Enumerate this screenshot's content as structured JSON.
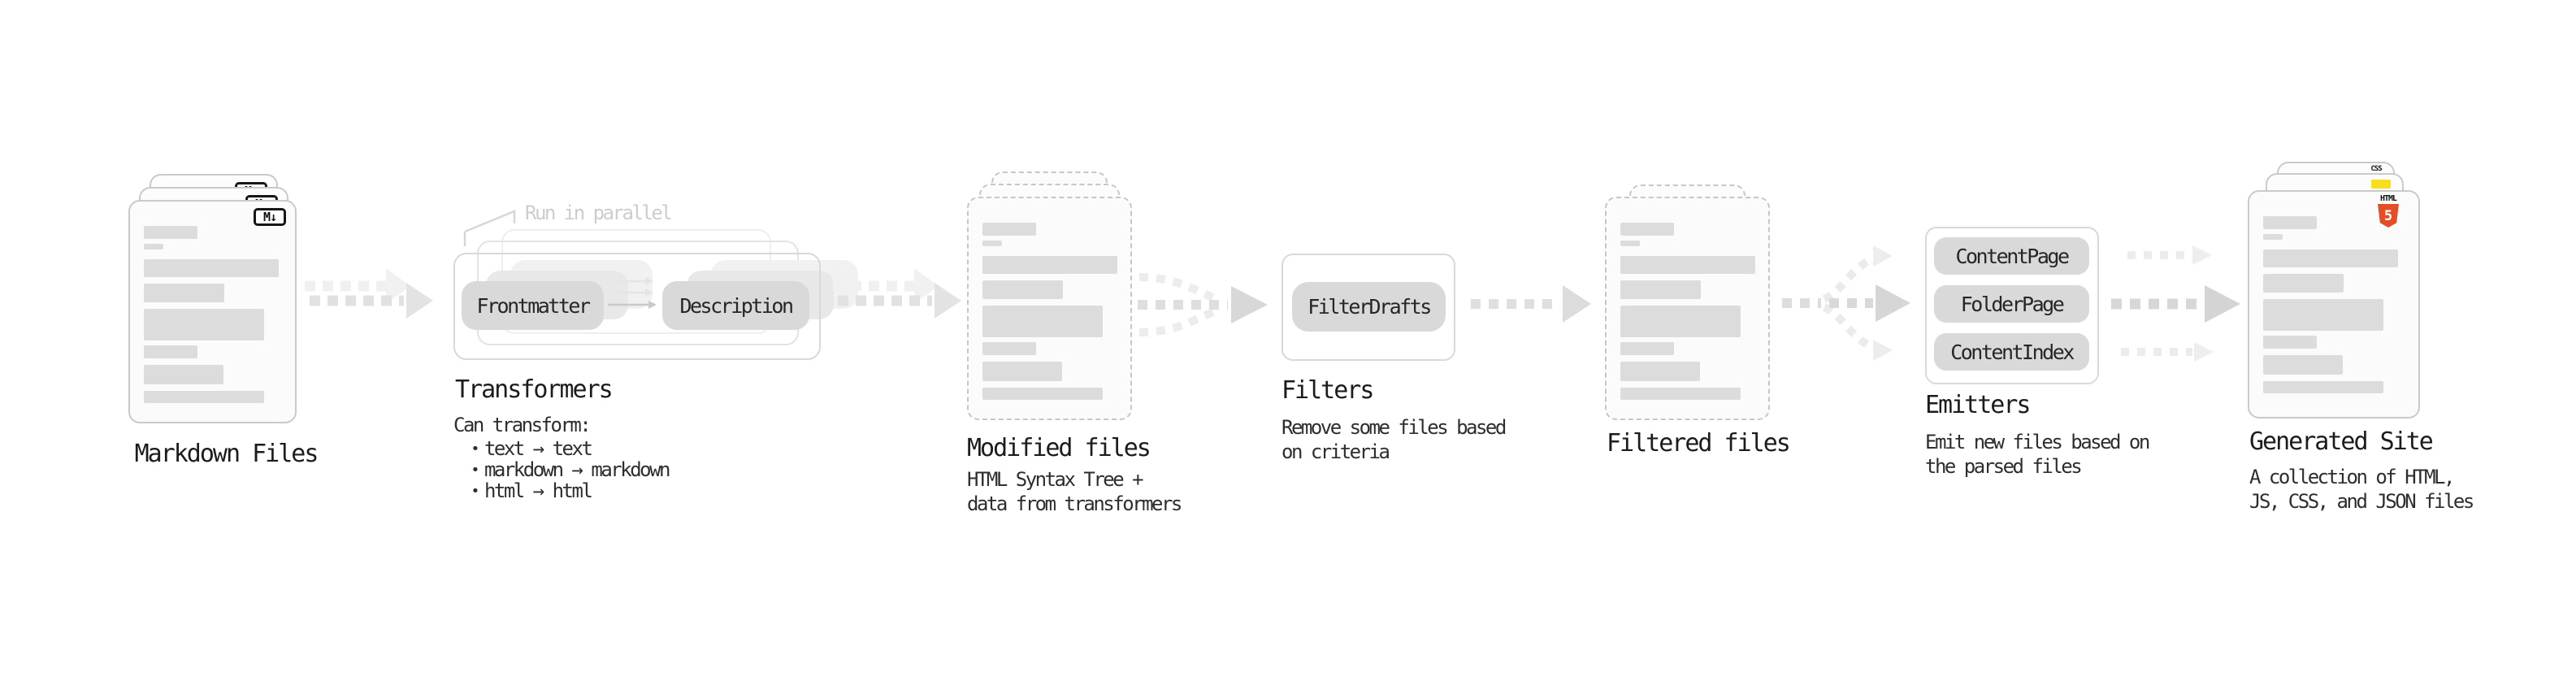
{
  "stages": {
    "markdown": {
      "label": "Markdown Files",
      "file_icon": "M↓"
    },
    "transformers": {
      "heading": "Transformers",
      "callout": "Run in parallel",
      "pills": [
        "Frontmatter",
        "Description"
      ],
      "note_title": "Can transform:",
      "bullet_char": "•",
      "bullets": [
        "text → text",
        "markdown → markdown",
        "html → html"
      ]
    },
    "modified": {
      "label": "Modified files",
      "desc": "HTML Syntax Tree +\ndata from transformers"
    },
    "filters": {
      "heading": "Filters",
      "pill": "FilterDrafts",
      "desc": "Remove some files based\non criteria"
    },
    "filtered": {
      "label": "Filtered files"
    },
    "emitters": {
      "heading": "Emitters",
      "pills": [
        "ContentPage",
        "FolderPage",
        "ContentIndex"
      ],
      "desc": "Emit new files based on\nthe parsed files"
    },
    "generated": {
      "label": "Generated Site",
      "desc": "A collection of HTML,\nJS, CSS, and JSON files",
      "icons": {
        "css_label": "CSS",
        "html_label": "HTML",
        "html_number": "5"
      }
    }
  },
  "colors": {
    "html5_orange": "#e44d26",
    "js_yellow": "#f7df1e",
    "css_blue": "#2965f1",
    "arrow_gray": "#e1e1e1",
    "text_dark": "#1c1c1c"
  }
}
